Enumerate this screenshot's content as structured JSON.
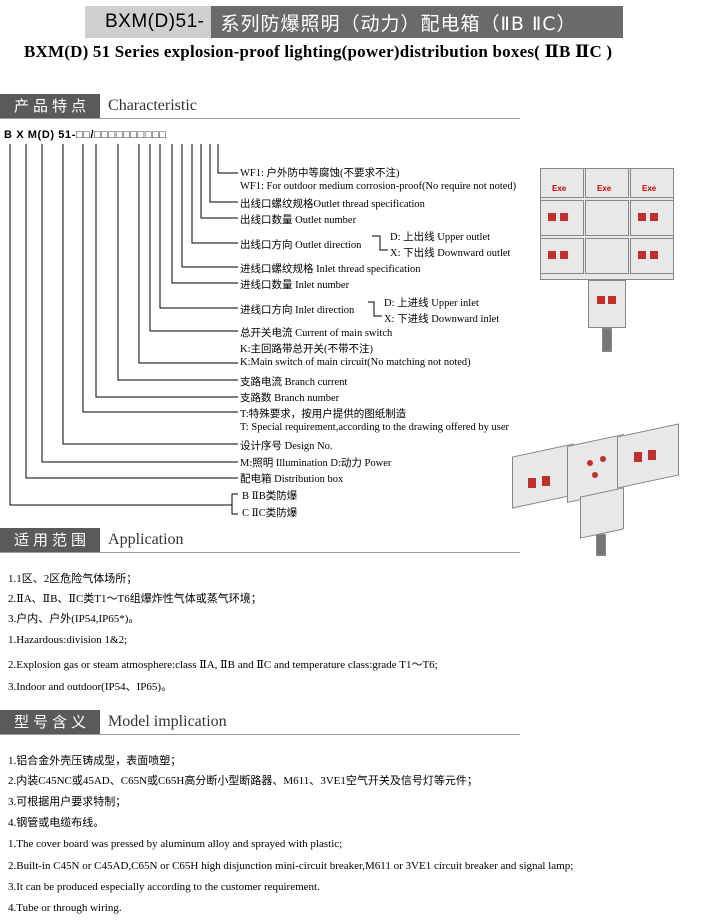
{
  "header": {
    "title_model": "BXM(D)51-",
    "title_cn": "系列防爆照明（动力）配电箱（ⅡB ⅡC）",
    "subtitle": "BXM(D) 51 Series explosion-proof lighting(power)distribution boxes( ⅡB ⅡC )"
  },
  "characteristic": {
    "tag": "产品特点",
    "en": "Characteristic",
    "code": "B X M(D) 51-□□/□□□□□□□□□□",
    "labels": [
      "WF1: 户外防中等腐蚀(不要求不注)",
      "WF1: For outdoor medium corrosion-proof(No require not noted)",
      "出线口螺纹规格Outlet thread specification",
      "出线口数量 Outlet number",
      "出线口方向  Outlet direction",
      "进线口螺纹规格 Inlet thread specification",
      "进线口数量   Inlet  number",
      "进线口方向   Inlet direction",
      "总开关电流 Current of main switch",
      "K:主回路带总开关(不带不注)",
      "K:Main switch of main circuit(No matching not noted)",
      "支路电流 Branch current",
      "支路数 Branch number",
      "T:特殊要求，按用户提供的图纸制造",
      "T:  Special requirement,according to the drawing offered by user",
      "设计序号 Design No.",
      "M:照明 Illumination  D:动力 Power",
      "配电箱 Distribution box"
    ],
    "outlet_d": "D: 上出线 Upper outlet",
    "outlet_x": "X: 下出线 Downward outlet",
    "inlet_d": "D: 上进线 Upper inlet",
    "inlet_x": "X: 下进线 Downward inlet",
    "class_b": "B  ⅡB类防爆",
    "class_c": "C  ⅡC类防爆",
    "exe": "Exe"
  },
  "application": {
    "tag": "适用范围",
    "en": "Application",
    "items": [
      "1.1区、2区危险气体场所；",
      "2.ⅡA、ⅡB、ⅡC类T1～T6组爆炸性气体或蒸气环境；",
      "3.户内、户外(IP54,IP65*)。",
      "1.Hazardous:division 1&2;",
      "2.Explosion gas or steam atmosphere:class ⅡA, ⅡB and ⅡC and temperature class:grade T1～T6;",
      "3.Indoor and outdoor(IP54、IP65)。"
    ]
  },
  "model": {
    "tag": "型号含义",
    "en": "Model implication",
    "items": [
      "1.铝合金外壳压铸成型，表面喷塑；",
      "2.内装C45NC或45AD、C65N或C65H高分断小型断路器、M611、3VE1空气开关及信号灯等元件；",
      "3.可根据用户要求特制；",
      "4.钢管或电缆布线。",
      "1.The cover board was pressed by aluminum alloy and sprayed with plastic;",
      "2.Built-in C45N or C45AD,C65N or C65H high disjunction mini-circuit breaker,M611 or 3VE1 circuit breaker and signal lamp;",
      "3.It can be produced especially according to the customer requirement.",
      "4.Tube or through wiring."
    ]
  }
}
